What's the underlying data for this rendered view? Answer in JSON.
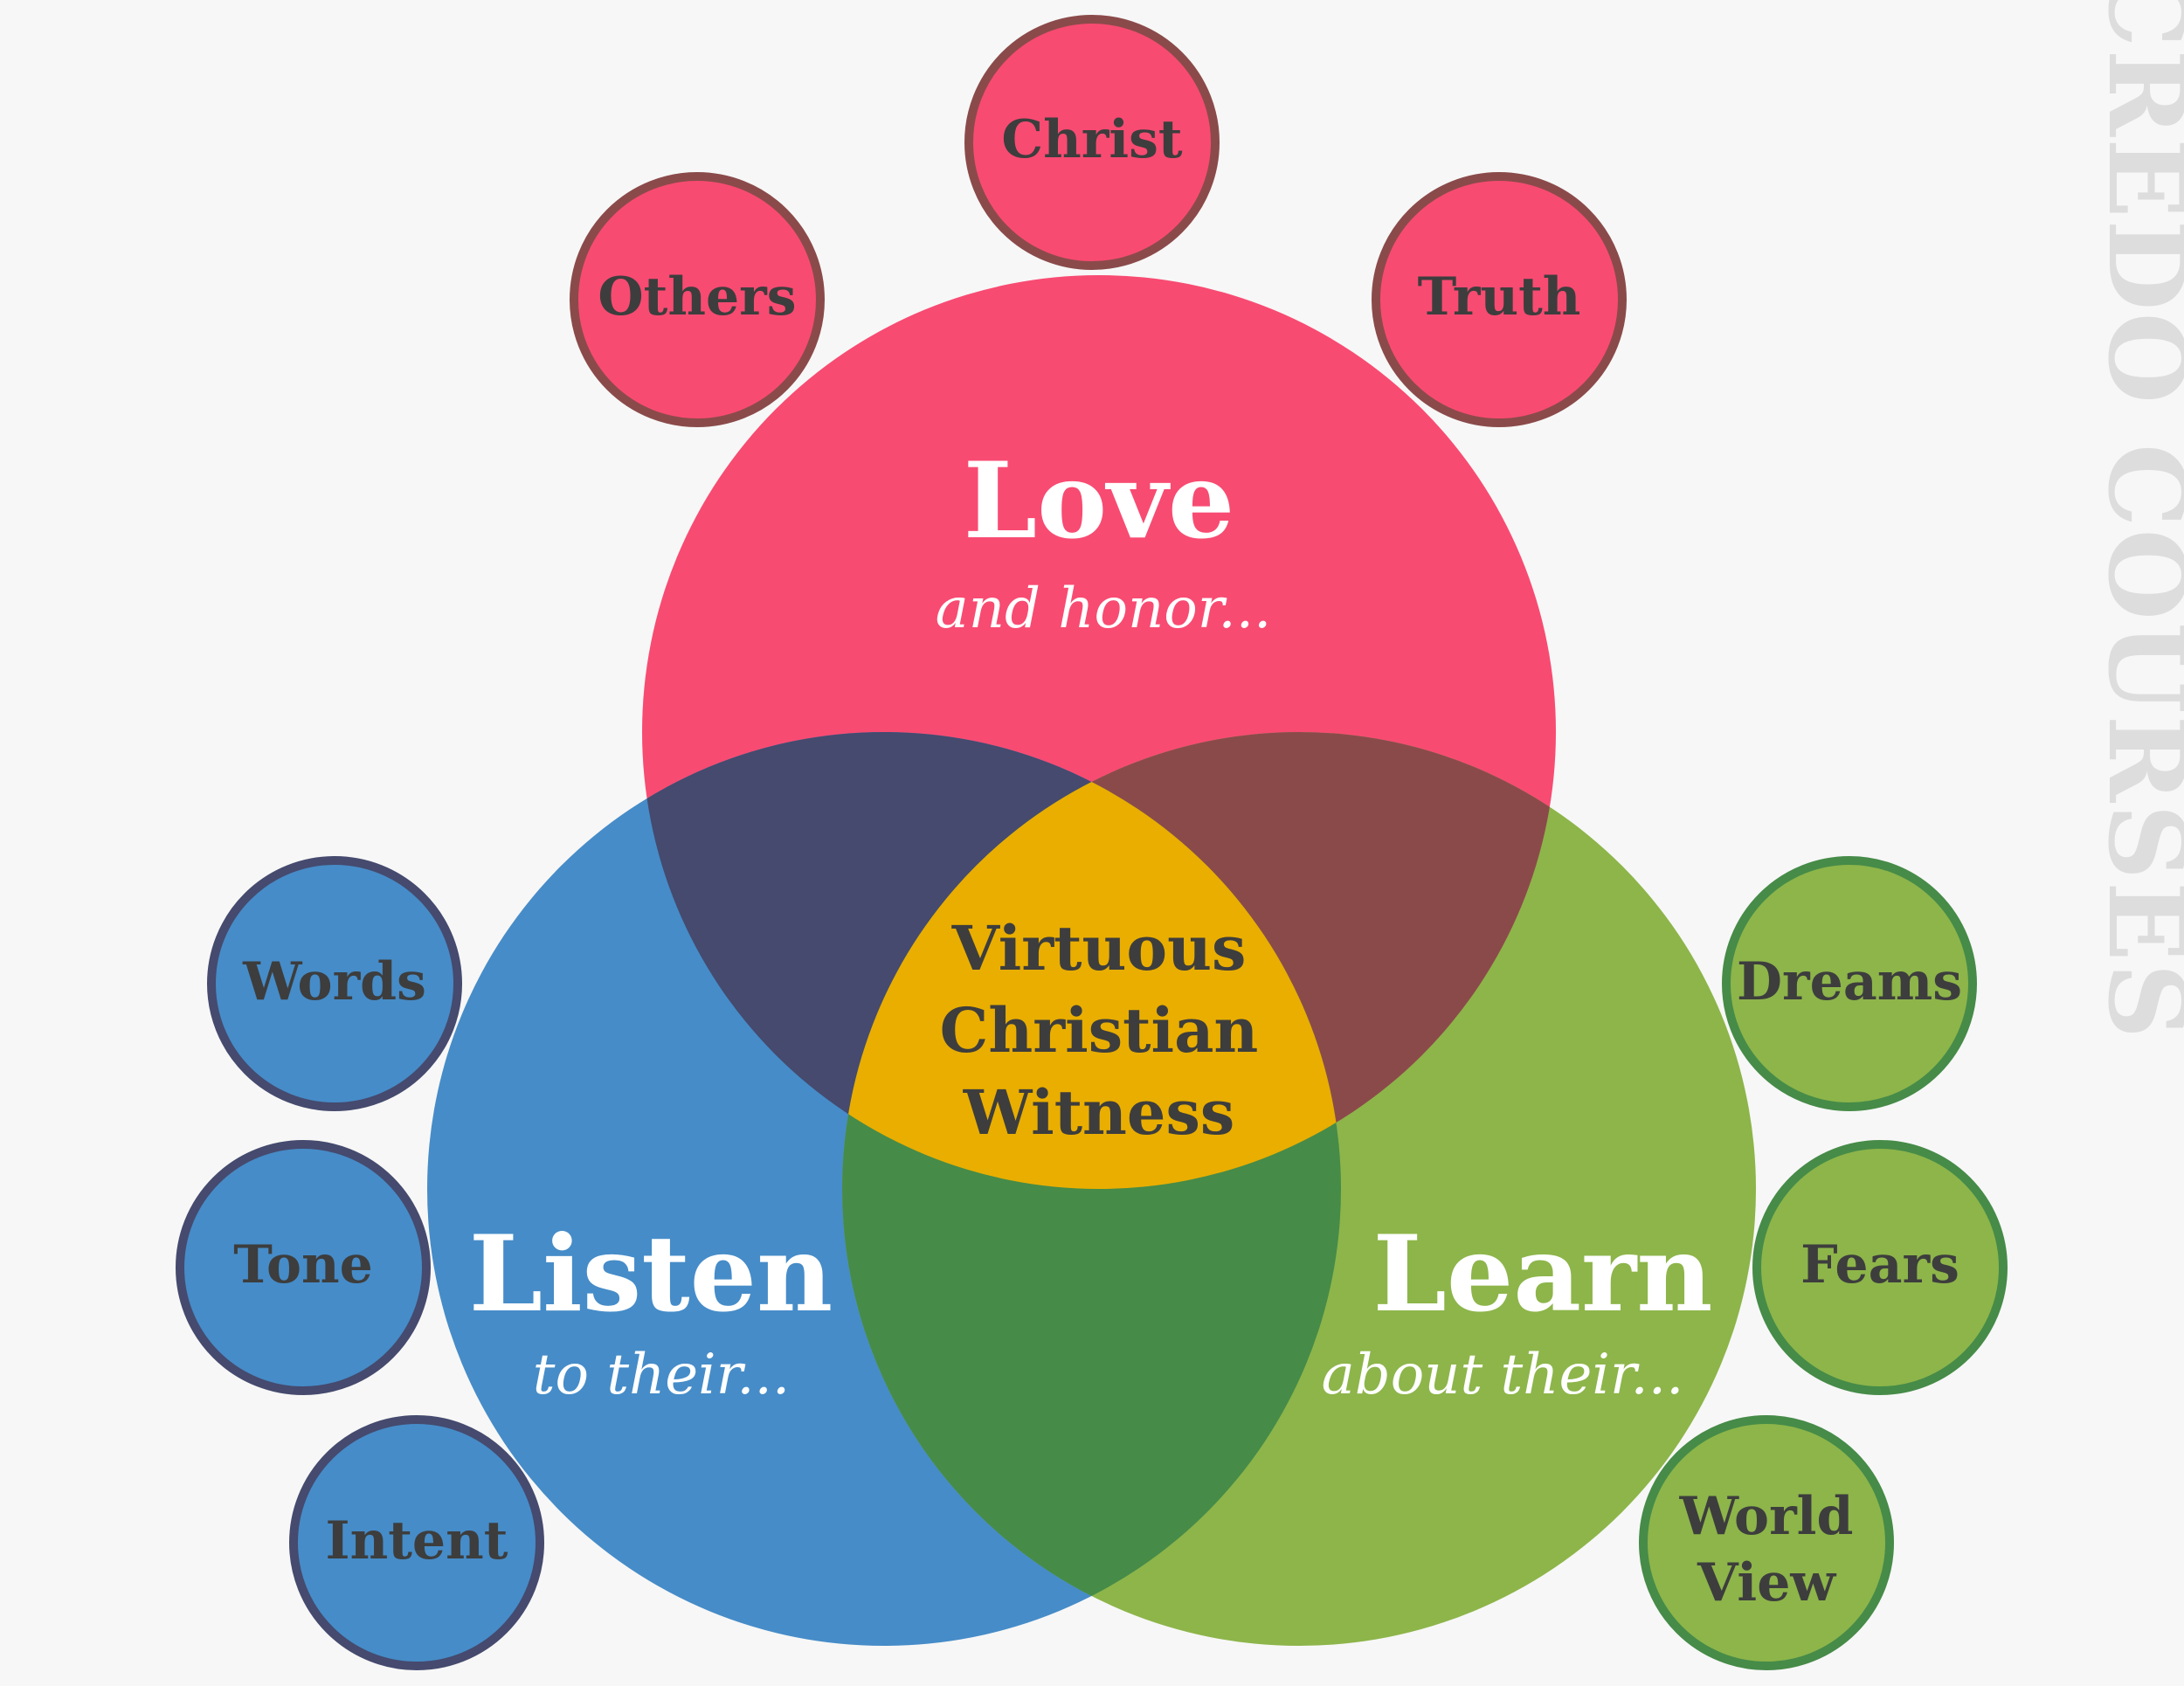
{
  "colors": {
    "background": "#f7f7f7",
    "love": "#f84b72",
    "listen": "#468cc8",
    "learn": "#8db54a",
    "love_listen": "#454a6e",
    "love_learn": "#8b4a4a",
    "listen_learn": "#468b48",
    "center": "#e9ae00",
    "love_border": "#8b4a4a",
    "listen_border": "#454a6e",
    "learn_border": "#468b48",
    "text_dark": "#3d3d3d",
    "text_light": "#ffffff",
    "watermark": "#dddddd"
  },
  "watermark": "CREDO COURSES",
  "love": {
    "title": "Love",
    "subtitle": "and honor...",
    "items": [
      "Christ",
      "Others",
      "Truth"
    ]
  },
  "listen": {
    "title": "Listen",
    "subtitle": "to their...",
    "items": [
      "Words",
      "Tone",
      "Intent"
    ]
  },
  "learn": {
    "title": "Learn",
    "subtitle": "about their...",
    "items": [
      "Dreams",
      "Fears",
      "World View"
    ]
  },
  "center": {
    "lines": [
      "Virtuous",
      "Christian",
      "Witness"
    ]
  }
}
